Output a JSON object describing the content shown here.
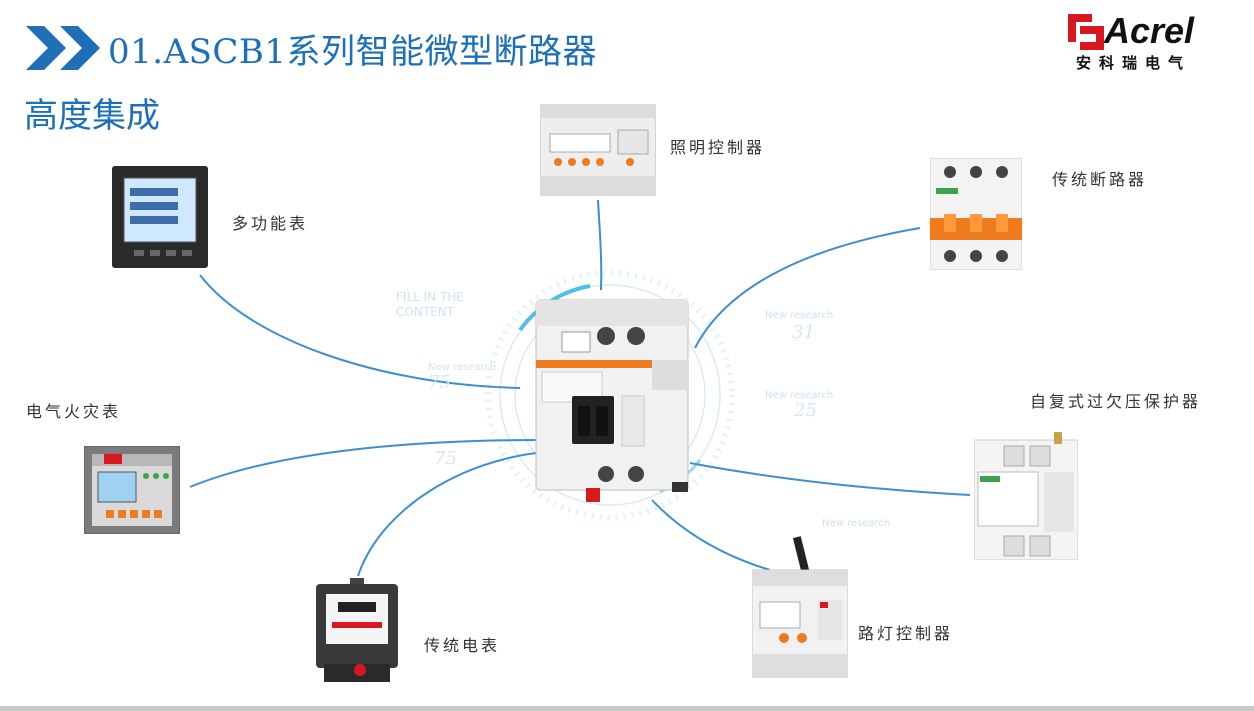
{
  "header": {
    "title": "01.ASCB1系列智能微型断路器",
    "subtitle": "高度集成"
  },
  "logo": {
    "brand": "Acrel",
    "cn_name": "安科瑞电气"
  },
  "devices": {
    "lighting_controller": "照明控制器",
    "multifunction_meter": "多功能表",
    "traditional_breaker": "传统断路器",
    "fire_meter": "电气火灾表",
    "voltage_protector": "自复式过欠压保护器",
    "traditional_meter": "传统电表",
    "streetlight_controller": "路灯控制器"
  },
  "background_text": {
    "fill_line1": "FILL IN THE",
    "fill_line2": "CONTENT",
    "research1": "New research",
    "research2": "New research",
    "research3": "New research",
    "research4": "New research",
    "num1": "75",
    "num2": "31",
    "num3": "25",
    "num4": "75"
  },
  "colors": {
    "title_blue": "#1d6fb8",
    "connector_blue": "#3d8fd0",
    "logo_red": "#d7191f",
    "breaker_orange": "#f07b1f"
  }
}
